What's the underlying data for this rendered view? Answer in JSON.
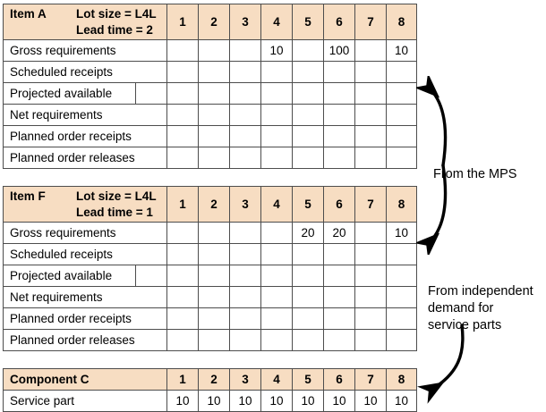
{
  "tables": [
    {
      "id": "item-a",
      "title_item": "Item A",
      "title_lot": "Lot size = L4L",
      "title_lead": "Lead time = 2",
      "periods": [
        "1",
        "2",
        "3",
        "4",
        "5",
        "6",
        "7",
        "8"
      ],
      "rows": [
        {
          "label": "Gross requirements",
          "values": [
            "",
            "",
            "",
            "10",
            "",
            "100",
            "",
            "10"
          ]
        },
        {
          "label": "Scheduled receipts",
          "values": [
            "",
            "",
            "",
            "",
            "",
            "",
            "",
            ""
          ]
        },
        {
          "label": "Projected available",
          "values": [
            "",
            "",
            "",
            "",
            "",
            "",
            "",
            ""
          ],
          "split": true
        },
        {
          "label": "Net requirements",
          "values": [
            "",
            "",
            "",
            "",
            "",
            "",
            "",
            ""
          ]
        },
        {
          "label": "Planned order receipts",
          "values": [
            "",
            "",
            "",
            "",
            "",
            "",
            "",
            ""
          ]
        },
        {
          "label": "Planned order releases",
          "values": [
            "",
            "",
            "",
            "",
            "",
            "",
            "",
            ""
          ]
        }
      ]
    },
    {
      "id": "item-f",
      "title_item": "Item F",
      "title_lot": "Lot size = L4L",
      "title_lead": "Lead time = 1",
      "periods": [
        "1",
        "2",
        "3",
        "4",
        "5",
        "6",
        "7",
        "8"
      ],
      "rows": [
        {
          "label": "Gross requirements",
          "values": [
            "",
            "",
            "",
            "",
            "20",
            "20",
            "",
            "10"
          ]
        },
        {
          "label": "Scheduled receipts",
          "values": [
            "",
            "",
            "",
            "",
            "",
            "",
            "",
            ""
          ]
        },
        {
          "label": "Projected available",
          "values": [
            "",
            "",
            "",
            "",
            "",
            "",
            "",
            ""
          ],
          "split": true
        },
        {
          "label": "Net requirements",
          "values": [
            "",
            "",
            "",
            "",
            "",
            "",
            "",
            ""
          ]
        },
        {
          "label": "Planned order receipts",
          "values": [
            "",
            "",
            "",
            "",
            "",
            "",
            "",
            ""
          ]
        },
        {
          "label": "Planned order releases",
          "values": [
            "",
            "",
            "",
            "",
            "",
            "",
            "",
            ""
          ]
        }
      ]
    },
    {
      "id": "component-c",
      "title_item": "Component C",
      "title_lot": "",
      "title_lead": "",
      "periods": [
        "1",
        "2",
        "3",
        "4",
        "5",
        "6",
        "7",
        "8"
      ],
      "rows": [
        {
          "label": "Service part",
          "values": [
            "10",
            "10",
            "10",
            "10",
            "10",
            "10",
            "10",
            "10"
          ]
        }
      ]
    }
  ],
  "annotations": {
    "mps": "From the MPS",
    "service": "From independent\ndemand for\nservice parts"
  },
  "colors": {
    "header_fill": "#f7ddc2",
    "grid_line": "#4d4d4d",
    "text": "#000000",
    "arrow": "#000000"
  }
}
